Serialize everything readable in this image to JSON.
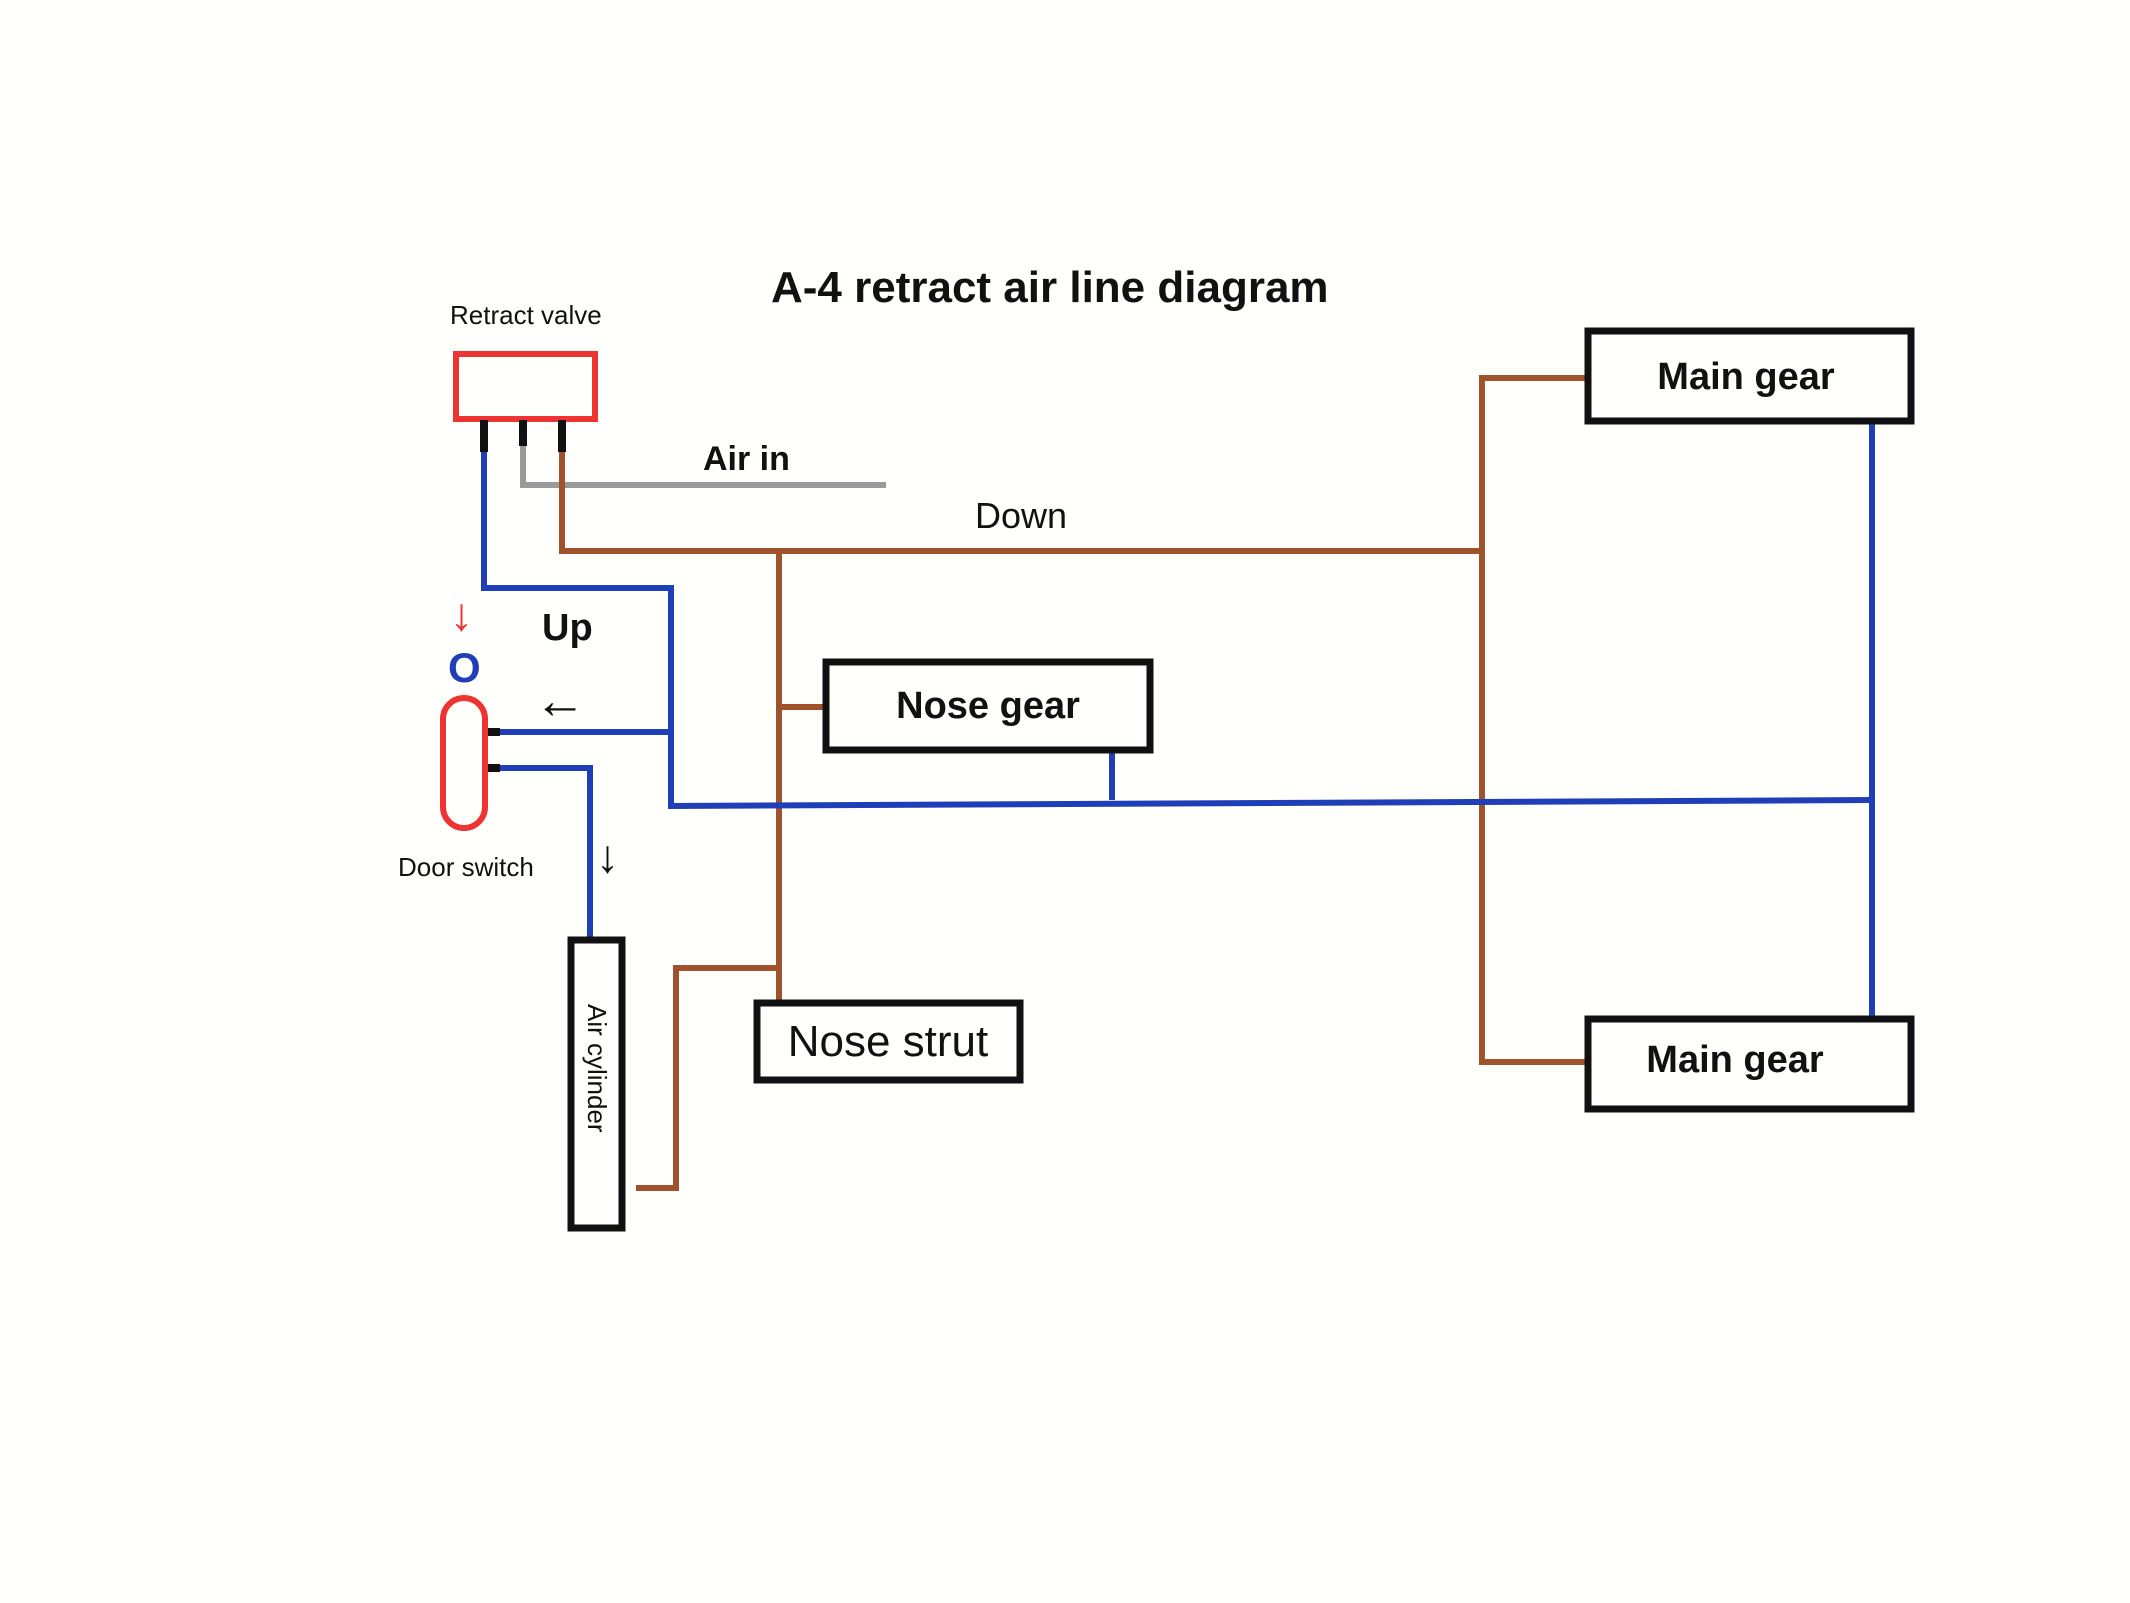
{
  "title": "A-4 retract air line diagram",
  "components": {
    "retract_valve": "Retract valve",
    "door_switch": "Door switch",
    "air_cylinder": "Air cylinder",
    "nose_gear": "Nose gear",
    "nose_strut": "Nose strut",
    "main_gear_top": "Main gear",
    "main_gear_bottom": "Main gear"
  },
  "lines": {
    "air_in": "Air in",
    "down": "Down",
    "up": "Up"
  },
  "colors": {
    "up_line": "#1f3fb8",
    "down_line": "#a0522d",
    "air_in_line": "#9a9a9a",
    "valve_border": "#ee3333",
    "switch_border": "#ee3333",
    "box_border": "#111111"
  },
  "symbols": {
    "red_arrow": "↓",
    "switch_circle": "O",
    "left_arrow": "←",
    "down_arrow": "↓"
  }
}
